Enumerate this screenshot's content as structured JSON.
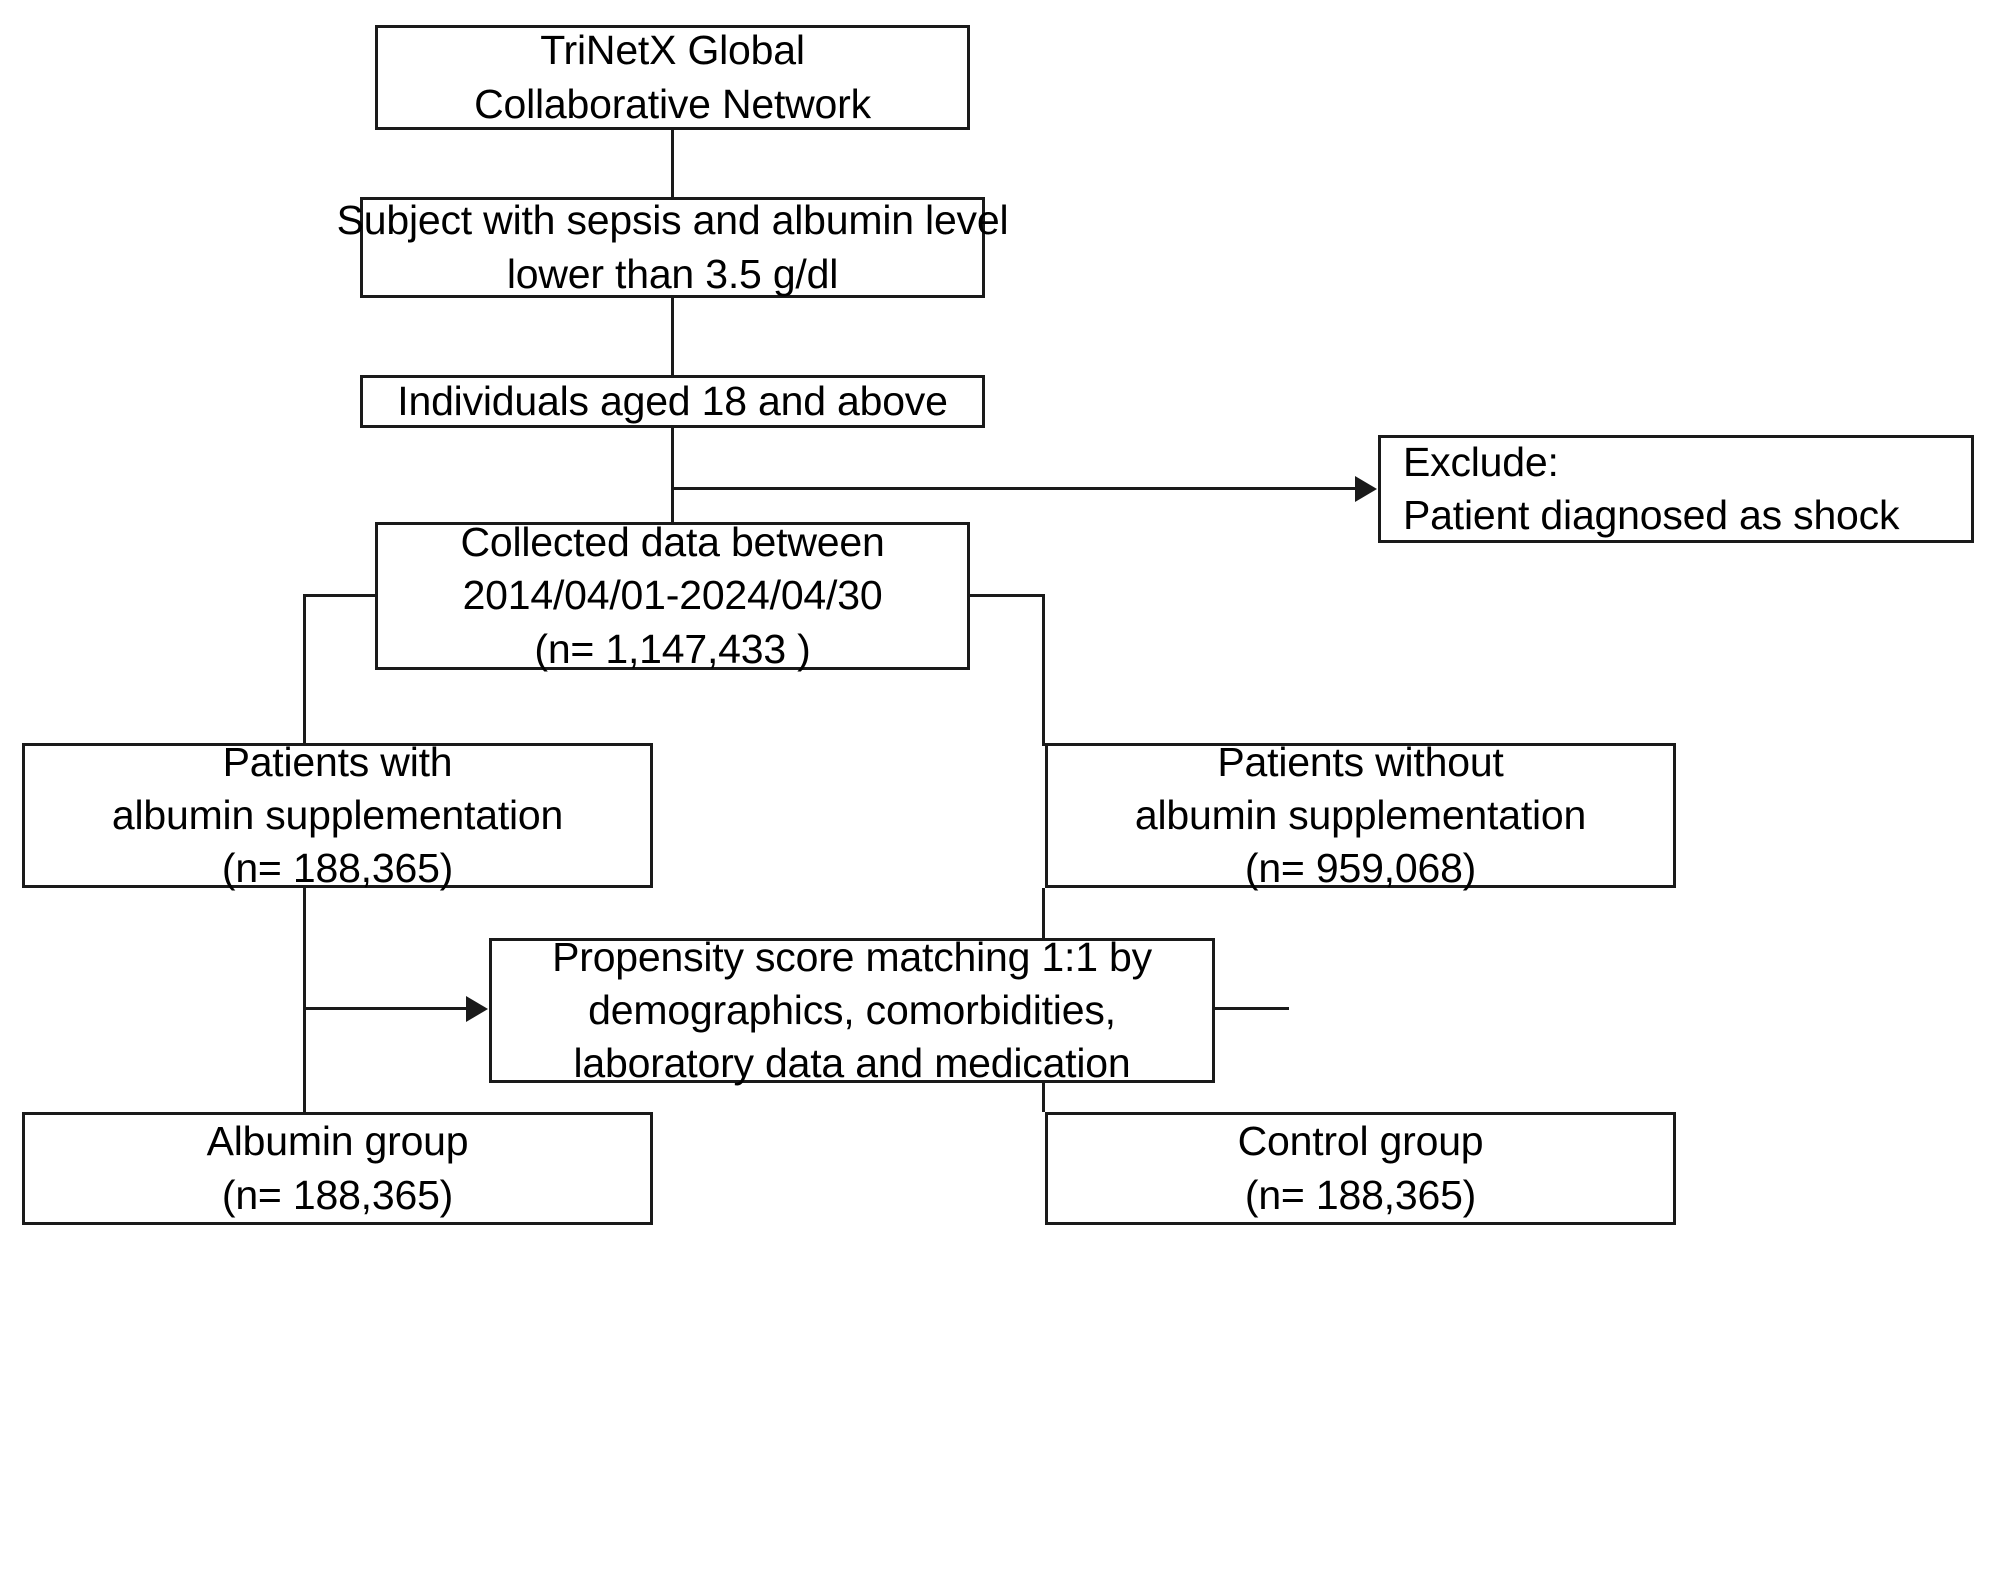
{
  "figure": {
    "type": "flowchart",
    "title": "Study population selection flow diagram",
    "colors": {
      "stroke": "#1a1a1a",
      "fill": "#ffffff",
      "text": "#000000"
    }
  },
  "nodes": {
    "source": {
      "id": "source",
      "lines": [
        "TriNetX Global",
        "Collaborative Network"
      ]
    },
    "inclusion_sepsis": {
      "id": "inclusion_sepsis",
      "lines": [
        "Subject with sepsis and albumin level",
        "lower than 3.5 g/dl"
      ]
    },
    "inclusion_age": {
      "id": "inclusion_age",
      "lines": [
        "Individuals aged 18 and above"
      ]
    },
    "exclusion": {
      "id": "exclusion",
      "lines": [
        "Exclude:",
        "Patient diagnosed as shock"
      ]
    },
    "collected": {
      "id": "collected",
      "lines": [
        "Collected data between",
        "2014/04/01-2024/04/30",
        "(n= 1,147,433 )"
      ],
      "n": "1,147,433"
    },
    "with_albumin": {
      "id": "with_albumin",
      "lines": [
        "Patients with",
        "albumin supplementation",
        "(n= 188,365)"
      ],
      "n": "188,365"
    },
    "without_albumin": {
      "id": "without_albumin",
      "lines": [
        "Patients without",
        "albumin supplementation",
        "(n= 959,068)"
      ],
      "n": "959,068"
    },
    "psm": {
      "id": "psm",
      "lines": [
        "Propensity score matching 1:1 by",
        "demographics, comorbidities,",
        "laboratory data and medication"
      ]
    },
    "albumin_group": {
      "id": "albumin_group",
      "lines": [
        "Albumin group",
        "(n= 188,365)"
      ],
      "n": "188,365"
    },
    "control_group": {
      "id": "control_group",
      "lines": [
        "Control group",
        "(n= 188,365)"
      ],
      "n": "188,365"
    }
  }
}
